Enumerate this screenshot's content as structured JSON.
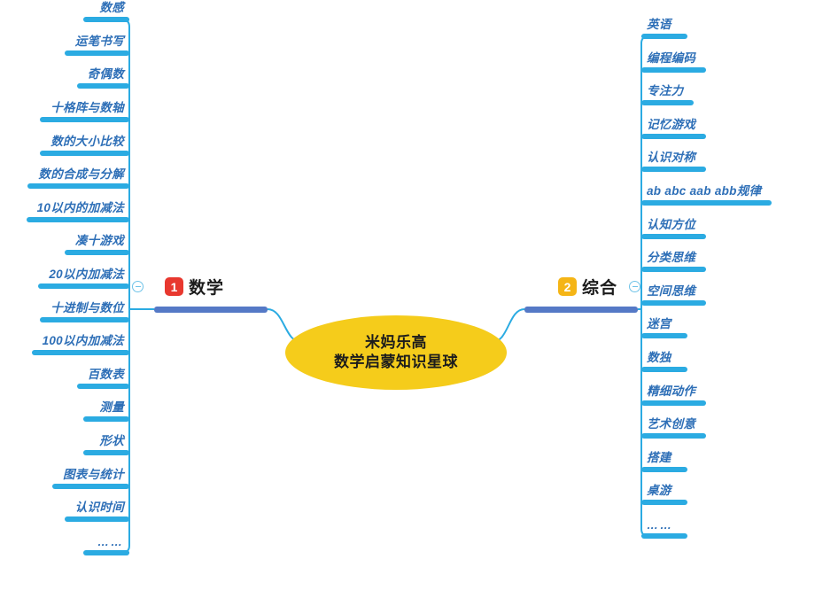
{
  "diagram": {
    "type": "mind-map",
    "background_color": "#ffffff",
    "center": {
      "title_line1": "米妈乐高",
      "title_line2": "数学启蒙知识星球",
      "text": "米妈乐高\n数学启蒙知识星球",
      "fill_color": "#F5CC1B",
      "text_color": "#1c1c1c"
    },
    "connector_color": "#2BABE2",
    "branch_bar_color": "#5579C6",
    "leaf_bar_color": "#2BABE2",
    "leaf_text_color": "#2E6FB7",
    "branches": [
      {
        "index": "1",
        "label": "数学",
        "side": "left",
        "badge_color": "#E8382F",
        "toggle_icon": "collapse-minus-icon",
        "leaves": [
          "数感",
          "运笔书写",
          "奇偶数",
          "十格阵与数轴",
          "数的大小比较",
          "数的合成与分解",
          "10以内的加减法",
          "凑十游戏",
          "20以内加减法",
          "十进制与数位",
          "100以内加减法",
          "百数表",
          "测量",
          "形状",
          "图表与统计",
          "认识时间",
          "……"
        ]
      },
      {
        "index": "2",
        "label": "综合",
        "side": "right",
        "badge_color": "#F5B516",
        "toggle_icon": "collapse-minus-icon",
        "leaves": [
          "英语",
          "编程编码",
          "专注力",
          "记忆游戏",
          "认识对称",
          "ab abc aab abb规律",
          "认知方位",
          "分类思维",
          "空间思维",
          "迷宫",
          "数独",
          "精细动作",
          "艺术创意",
          "搭建",
          "桌游",
          "……"
        ]
      }
    ]
  }
}
